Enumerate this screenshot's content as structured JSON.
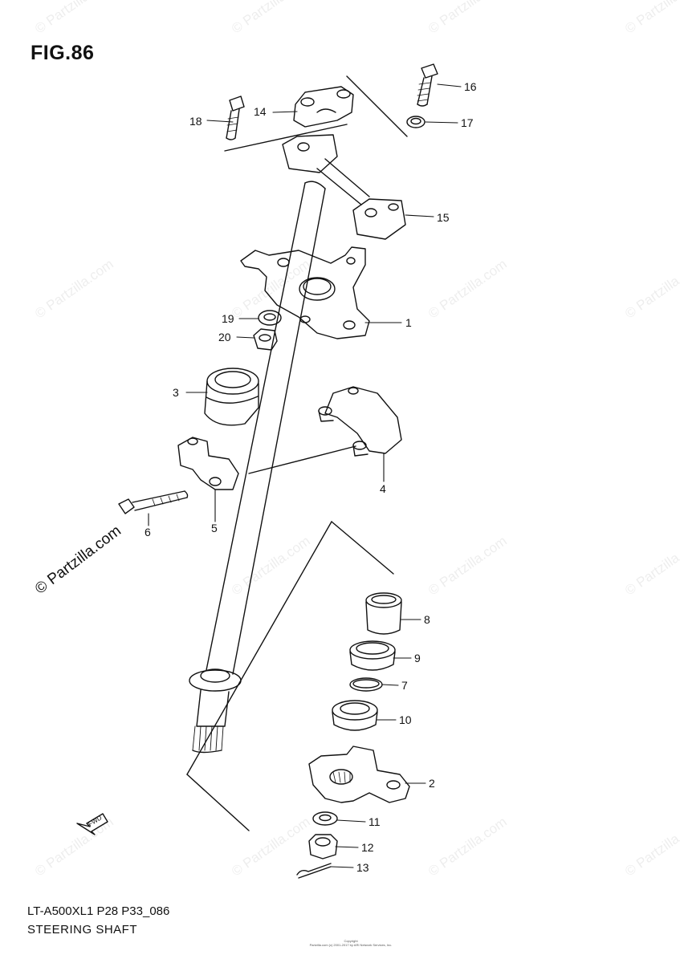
{
  "figure": {
    "title": "FIG.86",
    "model_code": "LT-A500XL1 P28 P33_086",
    "name": "STEERING SHAFT",
    "copyright_line1": "Copyright",
    "copyright_line2": "Partzilla.com (c) 2001-2017 by ARI Network Services, Inc."
  },
  "watermark": {
    "text": "© Partzilla.com"
  },
  "fwd_marker": "FWD",
  "parts": [
    {
      "id": "16",
      "label": "16"
    },
    {
      "id": "17",
      "label": "17"
    },
    {
      "id": "18",
      "label": "18"
    },
    {
      "id": "14",
      "label": "14"
    },
    {
      "id": "15",
      "label": "15"
    },
    {
      "id": "1",
      "label": "1"
    },
    {
      "id": "19",
      "label": "19"
    },
    {
      "id": "20",
      "label": "20"
    },
    {
      "id": "3",
      "label": "3"
    },
    {
      "id": "4",
      "label": "4"
    },
    {
      "id": "5",
      "label": "5"
    },
    {
      "id": "6",
      "label": "6"
    },
    {
      "id": "8",
      "label": "8"
    },
    {
      "id": "9",
      "label": "9"
    },
    {
      "id": "7",
      "label": "7"
    },
    {
      "id": "10",
      "label": "10"
    },
    {
      "id": "2",
      "label": "2"
    },
    {
      "id": "11",
      "label": "11"
    },
    {
      "id": "12",
      "label": "12"
    },
    {
      "id": "13",
      "label": "13"
    }
  ]
}
